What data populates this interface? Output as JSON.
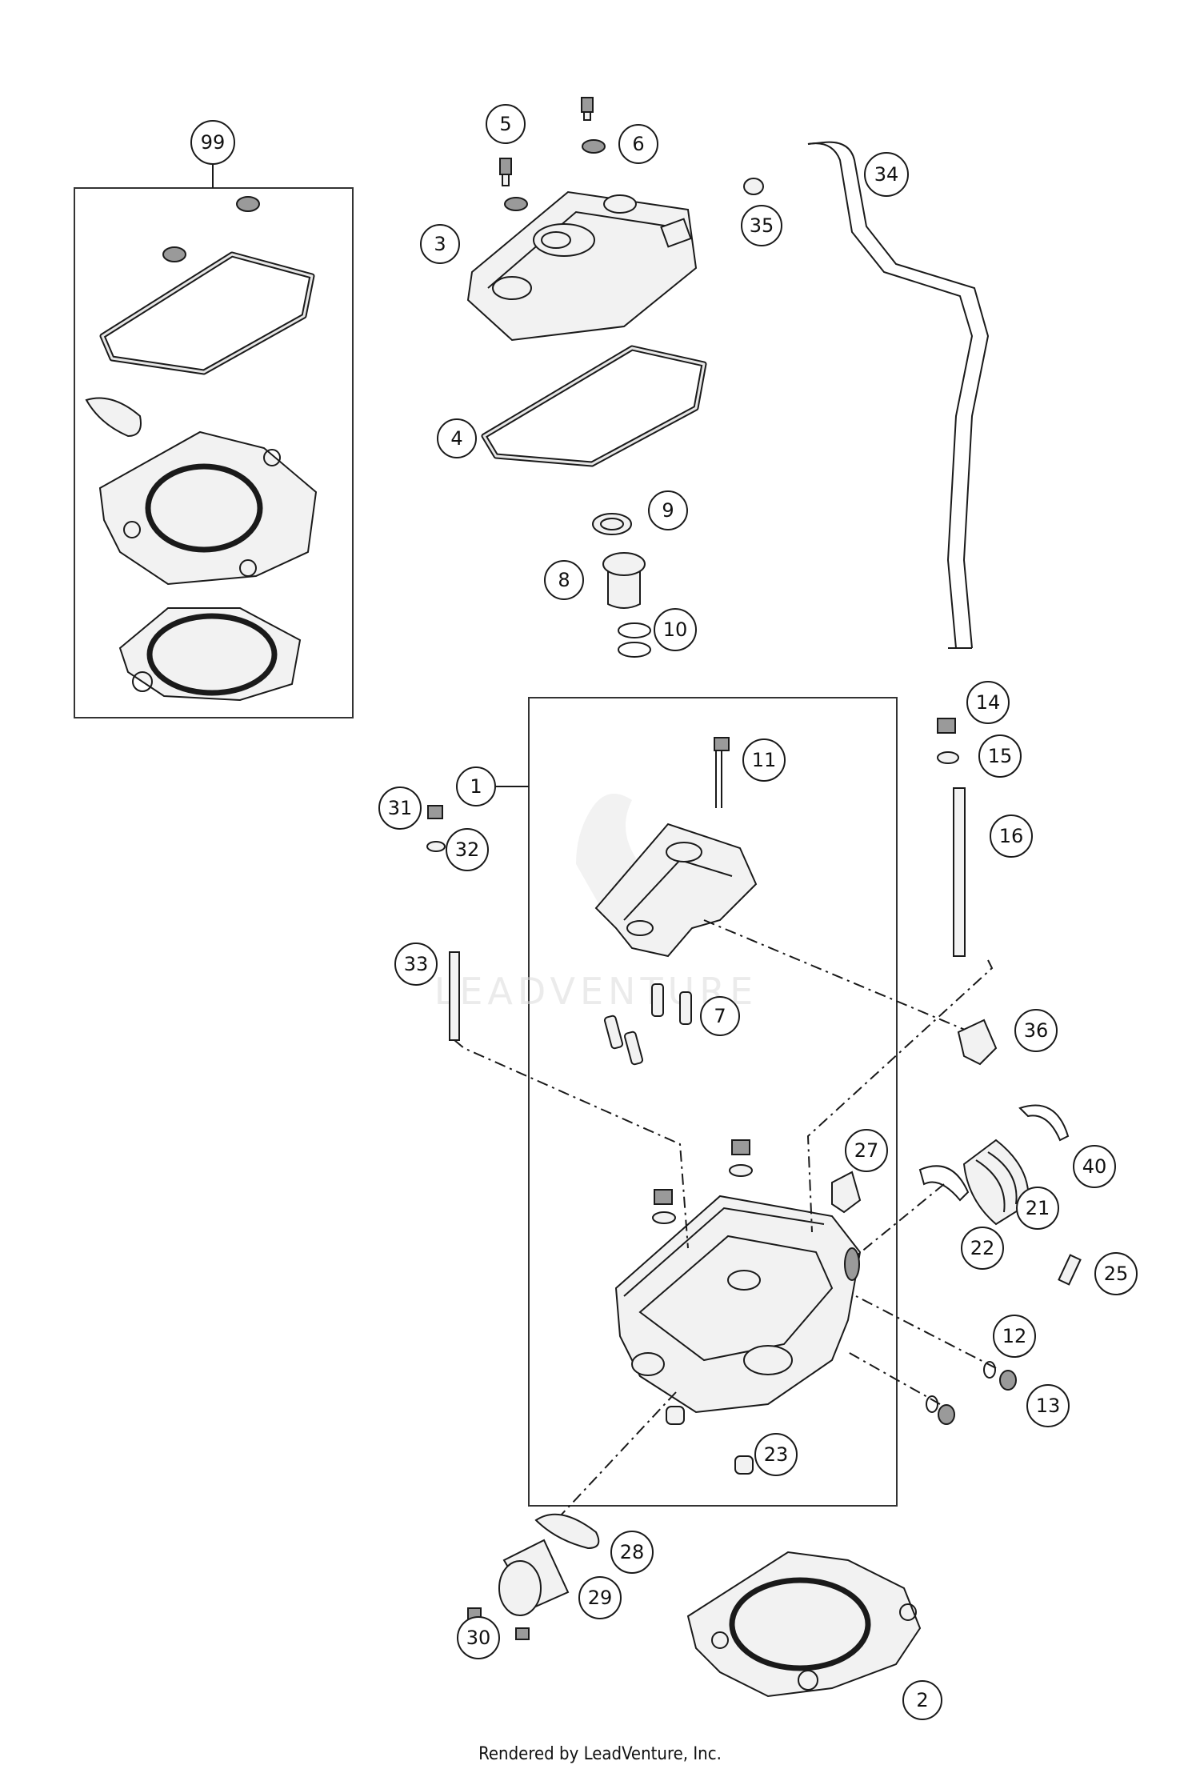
{
  "watermark": "LEADVENTURE",
  "footer": "Rendered by LeadVenture, Inc.",
  "callouts": {
    "c1": "1",
    "c2": "2",
    "c3": "3",
    "c4": "4",
    "c5": "5",
    "c6": "6",
    "c7": "7",
    "c8": "8",
    "c9": "9",
    "c10": "10",
    "c11": "11",
    "c12": "12",
    "c13": "13",
    "c14": "14",
    "c15": "15",
    "c16": "16",
    "c21": "21",
    "c22": "22",
    "c23": "23",
    "c25": "25",
    "c27": "27",
    "c28": "28",
    "c29": "29",
    "c30": "30",
    "c31": "31",
    "c32": "32",
    "c33": "33",
    "c34": "34",
    "c35": "35",
    "c36": "36",
    "c40": "40",
    "c99": "99"
  }
}
